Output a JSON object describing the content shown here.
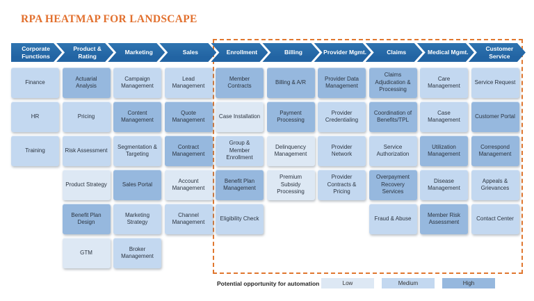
{
  "title": "RPA HEATMAP FOR LANDSCAPE",
  "colors": {
    "title": "#e2702e",
    "header_bar": "#2264a3",
    "header_bar_top": "#2f74b0",
    "header_text": "#ffffff",
    "region_border": "#e0772f",
    "low": "#dde8f4",
    "medium": "#c3d8f0",
    "high": "#96b8de",
    "cell_text": "#2b3440"
  },
  "legend": {
    "label": "Potential opportunity for automation",
    "levels": [
      {
        "id": "low",
        "label": "Low"
      },
      {
        "id": "medium",
        "label": "Medium"
      },
      {
        "id": "high",
        "label": "High"
      }
    ]
  },
  "highlight_region": {
    "from_column": "Enrollment",
    "to_column": "Customer Service"
  },
  "columns": [
    {
      "header": "Corporate Functions",
      "cells": [
        {
          "label": "Finance",
          "level": "medium"
        },
        {
          "label": "HR",
          "level": "medium"
        },
        {
          "label": "Training",
          "level": "medium"
        }
      ]
    },
    {
      "header": "Product & Rating",
      "cells": [
        {
          "label": "Actuarial Analysis",
          "level": "high"
        },
        {
          "label": "Pricing",
          "level": "medium"
        },
        {
          "label": "Risk Assessment",
          "level": "medium"
        },
        {
          "label": "Product Strategy",
          "level": "low"
        },
        {
          "label": "Benefit Plan Design",
          "level": "high"
        },
        {
          "label": "GTM",
          "level": "low"
        }
      ]
    },
    {
      "header": "Marketing",
      "cells": [
        {
          "label": "Campaign Management",
          "level": "medium"
        },
        {
          "label": "Content Management",
          "level": "high"
        },
        {
          "label": "Segmentation & Targeting",
          "level": "medium"
        },
        {
          "label": "Sales Portal",
          "level": "high"
        },
        {
          "label": "Marketing Strategy",
          "level": "medium"
        },
        {
          "label": "Broker Management",
          "level": "medium"
        }
      ]
    },
    {
      "header": "Sales",
      "cells": [
        {
          "label": "Lead Management",
          "level": "medium"
        },
        {
          "label": "Quote Management",
          "level": "high"
        },
        {
          "label": "Contract Management",
          "level": "high"
        },
        {
          "label": "Account Management",
          "level": "low"
        },
        {
          "label": "Channel Management",
          "level": "medium"
        }
      ]
    },
    {
      "header": "Enrollment",
      "cells": [
        {
          "label": "Member Contracts",
          "level": "high"
        },
        {
          "label": "Case Installation",
          "level": "low"
        },
        {
          "label": "Group & Member Enrollment",
          "level": "medium"
        },
        {
          "label": "Benefit Plan Management",
          "level": "high"
        },
        {
          "label": "Eligibility Check",
          "level": "medium"
        }
      ]
    },
    {
      "header": "Billing",
      "cells": [
        {
          "label": "Billing & A/R",
          "level": "high"
        },
        {
          "label": "Payment Processing",
          "level": "high"
        },
        {
          "label": "Delinquency Management",
          "level": "low"
        },
        {
          "label": "Premium Subsidy Processing",
          "level": "low"
        }
      ]
    },
    {
      "header": "Provider Mgmt.",
      "cells": [
        {
          "label": "Provider Data Management",
          "level": "high"
        },
        {
          "label": "Provider Credentialing",
          "level": "medium"
        },
        {
          "label": "Provider Network",
          "level": "medium"
        },
        {
          "label": "Provider Contracts & Pricing",
          "level": "medium"
        }
      ]
    },
    {
      "header": "Claims",
      "cells": [
        {
          "label": "Claims Adjudication & Processing",
          "level": "high"
        },
        {
          "label": "Coordination of Benefits/TPL",
          "level": "high"
        },
        {
          "label": "Service Authorization",
          "level": "medium"
        },
        {
          "label": "Overpayment Recovery Services",
          "level": "high"
        },
        {
          "label": "Fraud & Abuse",
          "level": "medium"
        }
      ]
    },
    {
      "header": "Medical Mgmt.",
      "cells": [
        {
          "label": "Care Management",
          "level": "medium"
        },
        {
          "label": "Case Management",
          "level": "medium"
        },
        {
          "label": "Utilization Management",
          "level": "high"
        },
        {
          "label": "Disease Management",
          "level": "medium"
        },
        {
          "label": "Member Risk Assessment",
          "level": "high"
        }
      ]
    },
    {
      "header": "Customer Service",
      "cells": [
        {
          "label": "Service Request",
          "level": "medium"
        },
        {
          "label": "Customer Portal",
          "level": "high"
        },
        {
          "label": "Correspond Management",
          "level": "high"
        },
        {
          "label": "Appeals & Grievances",
          "level": "medium"
        },
        {
          "label": "Contact Center",
          "level": "medium"
        }
      ]
    }
  ]
}
